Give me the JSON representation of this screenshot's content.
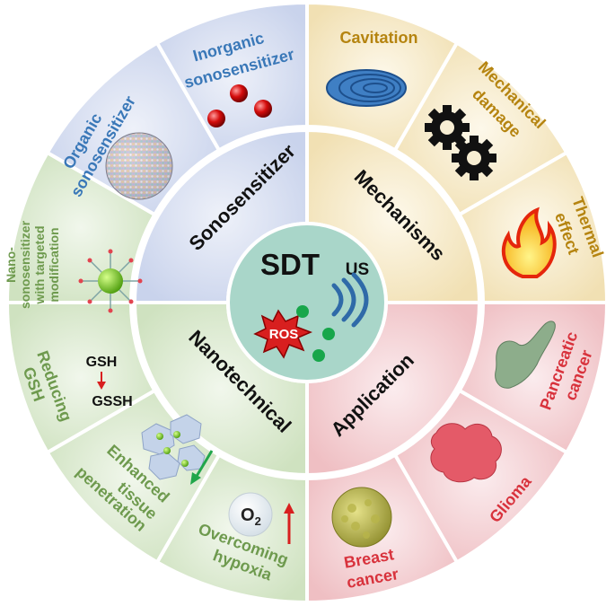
{
  "center": {
    "title": "SDT",
    "us_label": "US",
    "ros_label": "ROS"
  },
  "middle_ring": {
    "sonosensitizer": "Sonosensitizer",
    "mechanisms": "Mechanisms",
    "application": "Application",
    "nanotechnical": "Nanotechnical"
  },
  "outer_ring": {
    "inorganic": [
      "Inorganic",
      "sonosensitizer"
    ],
    "organic": [
      "Organic",
      "sonosensitizer"
    ],
    "cavitation": "Cavitation",
    "mechanical_damage": [
      "Mechanical",
      "damage"
    ],
    "thermal_effect": [
      "Thermal",
      "effect"
    ],
    "pancreatic_cancer": [
      "Pancreatic",
      "cancer"
    ],
    "glioma": "Glioma",
    "breast_cancer": [
      "Breast",
      "cancer"
    ],
    "overcoming_hypoxia": [
      "Overcoming",
      "hypoxia"
    ],
    "enhanced_penetration": [
      "Enhanced",
      "tissue",
      "penetration"
    ],
    "reducing_gsh": [
      "Reducing",
      "GSH"
    ],
    "nano_targeted": [
      "Nano-",
      "sonosensitizer",
      "with targeted",
      "modification"
    ]
  },
  "gsh_icon": {
    "top": "GSH",
    "bottom": "GSSH"
  },
  "o2_label": "O",
  "o2_sub": "2",
  "colors": {
    "blue_sector": "#dde3f2",
    "blue_text": "#3a78b8",
    "yellow_sector": "#f8eed3",
    "yellow_text": "#b58410",
    "red_sector": "#f6d6d9",
    "red_text": "#d8323c",
    "green_sector": "#e1edd7",
    "green_text": "#6e9a4e",
    "center_fill": "#a9d6c9"
  }
}
